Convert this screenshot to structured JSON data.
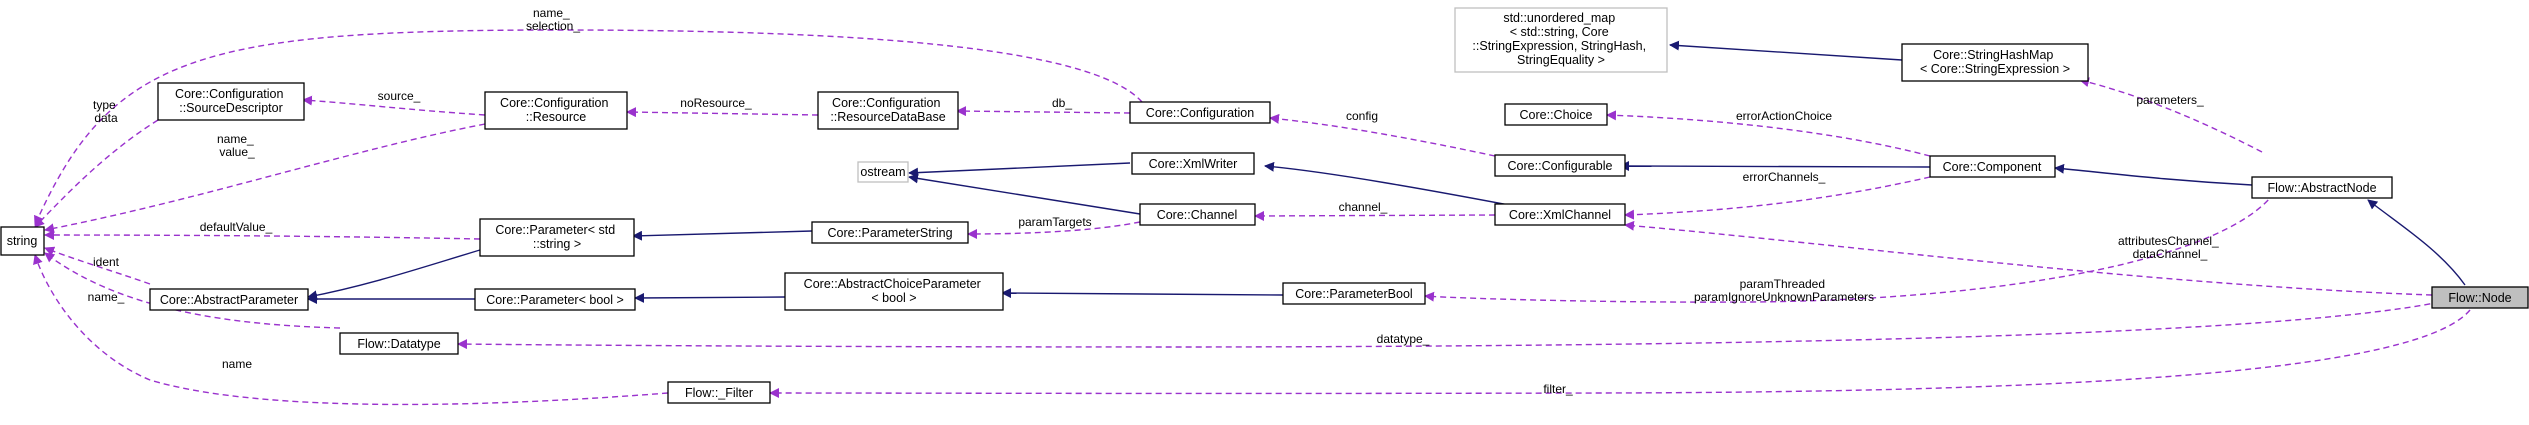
{
  "nodes": {
    "string": [
      "string"
    ],
    "src_desc": [
      "Core::Configuration",
      "::SourceDescriptor"
    ],
    "resource": [
      "Core::Configuration",
      "::Resource"
    ],
    "res_db": [
      "Core::Configuration",
      "::ResourceDataBase"
    ],
    "configuration": [
      "Core::Configuration"
    ],
    "ostream": [
      "ostream"
    ],
    "xmlwriter": [
      "Core::XmlWriter"
    ],
    "channel": [
      "Core::Channel"
    ],
    "param_std": [
      "Core::Parameter< std",
      "::string >"
    ],
    "param_string": [
      "Core::ParameterString"
    ],
    "abstract_param": [
      "Core::AbstractParameter"
    ],
    "param_bool": [
      "Core::Parameter< bool >"
    ],
    "abstract_choice": [
      "Core::AbstractChoiceParameter",
      "< bool >"
    ],
    "parameterbool": [
      "Core::ParameterBool"
    ],
    "datatype": [
      "Flow::Datatype"
    ],
    "filter": [
      "Flow::_Filter"
    ],
    "unordered_map": [
      "std::unordered_map",
      "< std::string, Core",
      "::StringExpression, StringHash,",
      "StringEquality >"
    ],
    "stringhashmap": [
      "Core::StringHashMap",
      "< Core::StringExpression >"
    ],
    "choice": [
      "Core::Choice"
    ],
    "configurable": [
      "Core::Configurable"
    ],
    "component": [
      "Core::Component"
    ],
    "xmlchannel": [
      "Core::XmlChannel"
    ],
    "abstractnode": [
      "Flow::AbstractNode"
    ],
    "node": [
      "Flow::Node"
    ]
  },
  "edge_labels": {
    "name_selection": [
      "name_",
      "selection_"
    ],
    "type_data": [
      "type",
      "data"
    ],
    "source": [
      "source_"
    ],
    "noresource": [
      "noResource_"
    ],
    "db": [
      "db_"
    ],
    "name_value": [
      "name_",
      "value_"
    ],
    "config": [
      "config"
    ],
    "erroractionchoice": [
      "errorActionChoice"
    ],
    "parameters": [
      "parameters_"
    ],
    "errorchannels": [
      "errorChannels_"
    ],
    "defaultvalue": [
      "defaultValue_"
    ],
    "paramtargets": [
      "paramTargets"
    ],
    "channel": [
      "channel_"
    ],
    "ident": [
      "ident"
    ],
    "attributes": [
      "attributesChannel_",
      "dataChannel_"
    ],
    "name_under": [
      "name_"
    ],
    "paramthreaded": [
      "paramThreaded",
      "paramIgnoreUnknownParameters"
    ],
    "datatype": [
      "datatype_"
    ],
    "name": [
      "name"
    ],
    "filter": [
      "filter_"
    ]
  }
}
